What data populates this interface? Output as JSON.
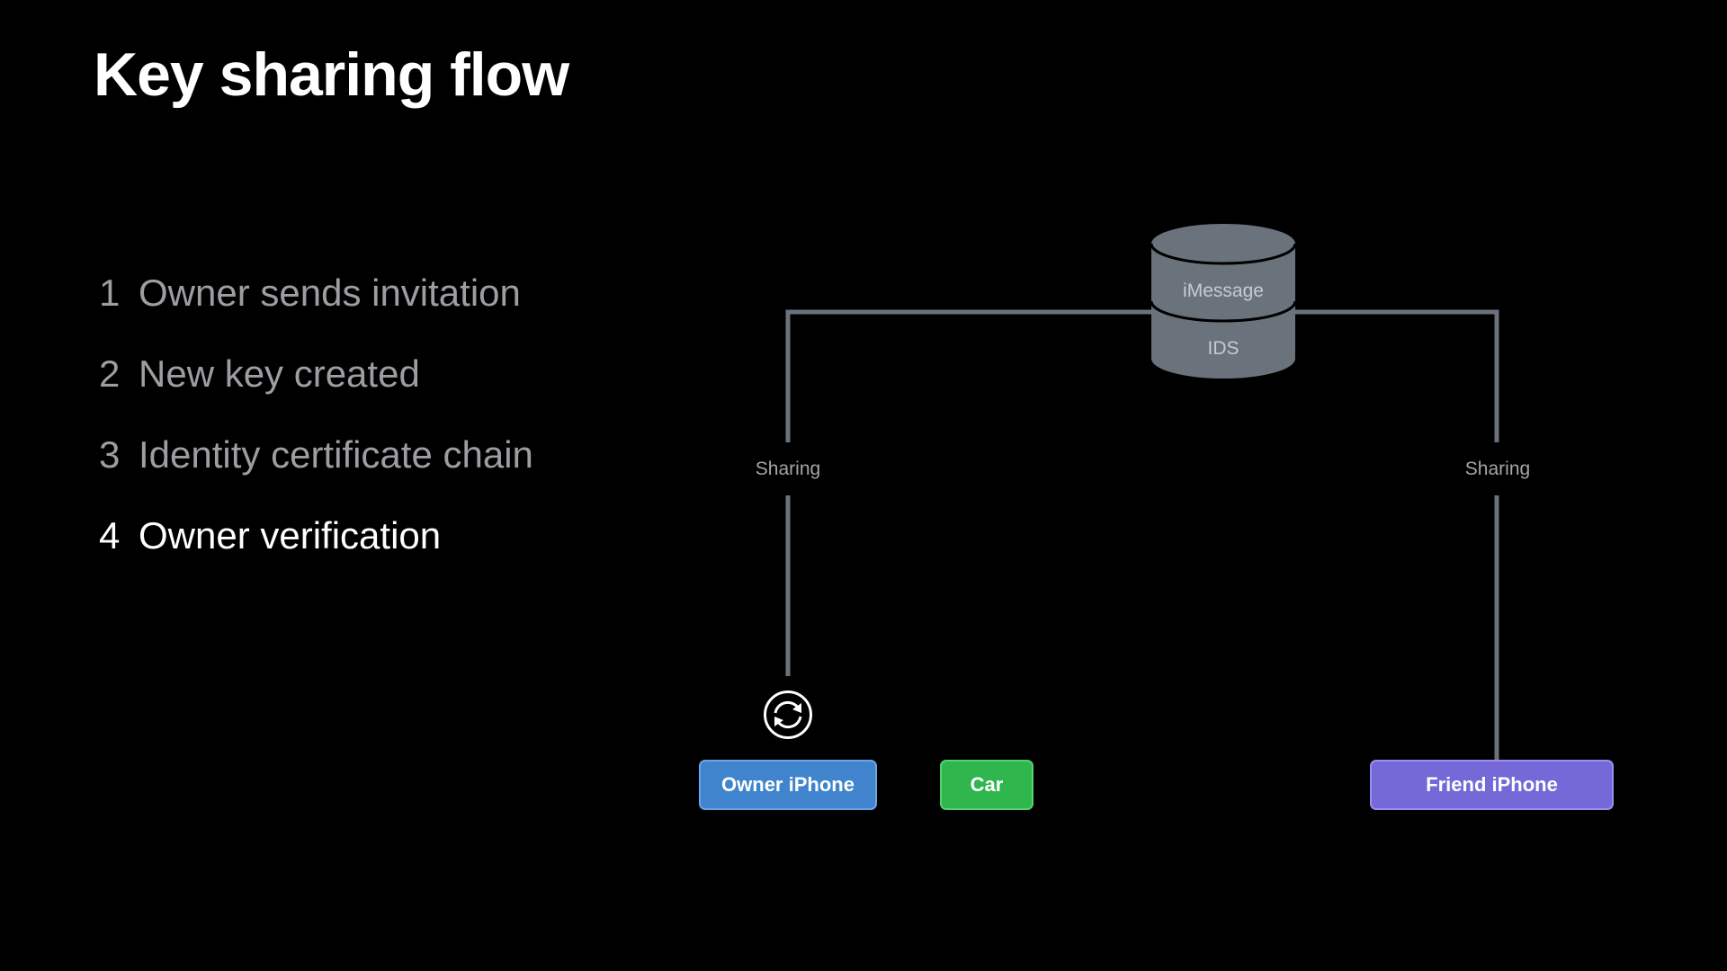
{
  "title": "Key sharing flow",
  "steps": [
    {
      "number": "1",
      "text": "Owner sends invitation",
      "state": "dim"
    },
    {
      "number": "2",
      "text": "New key created",
      "state": "dim"
    },
    {
      "number": "3",
      "text": "Identity certificate chain",
      "state": "dim"
    },
    {
      "number": "4",
      "text": "Owner verification",
      "state": "active"
    }
  ],
  "diagram": {
    "server": {
      "top_label": "iMessage",
      "bottom_label": "IDS",
      "color": "#6a727c"
    },
    "edges": {
      "left_label": "Sharing",
      "right_label": "Sharing",
      "color": "#6a727c"
    },
    "nodes": {
      "owner": {
        "label": "Owner iPhone",
        "color": "#3f84cc"
      },
      "car": {
        "label": "Car",
        "color": "#2fb64c"
      },
      "friend": {
        "label": "Friend iPhone",
        "color": "#7469d6"
      }
    },
    "owner_status_icon": "sync-arrows-icon"
  }
}
